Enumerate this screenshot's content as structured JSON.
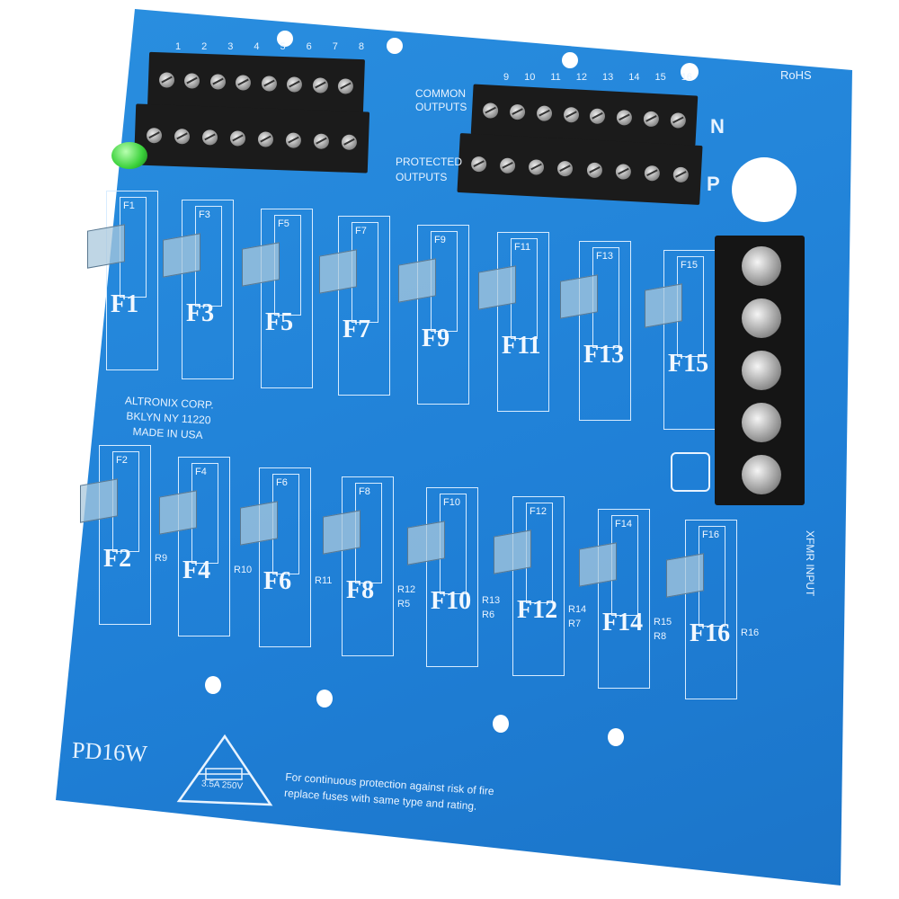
{
  "board": {
    "model": "PD16W",
    "rohs": "RoHS",
    "maker_lines": [
      "ALTRONIX CORP.",
      "BKLYN NY 11220",
      "MADE IN USA"
    ],
    "common_outputs": "COMMON OUTPUTS",
    "protected_outputs": "PROTECTED OUTPUTS",
    "n_label": "N",
    "p_label": "P",
    "xfmr_input": "XFMR INPUT",
    "fuse_rating": "3.5A 250V",
    "warning": [
      "For continuous protection against risk of fire",
      "replace fuses with same type and rating."
    ],
    "terminal_numbers_left": [
      "1",
      "2",
      "3",
      "4",
      "5",
      "6",
      "7",
      "8"
    ],
    "terminal_numbers_right": [
      "9",
      "10",
      "11",
      "12",
      "13",
      "14",
      "15",
      "16"
    ],
    "fuses_top": [
      "F1",
      "F3",
      "F5",
      "F7",
      "F9",
      "F11",
      "F13",
      "F15"
    ],
    "fuses_bottom": [
      "F2",
      "F4",
      "F6",
      "F8",
      "F10",
      "F12",
      "F14",
      "F16"
    ],
    "resistors": [
      "R9",
      "R10",
      "R11",
      "R12",
      "R5",
      "R13",
      "R6",
      "R14",
      "R7",
      "R15",
      "R8",
      "R16"
    ],
    "colors": {
      "pcb": "#1f7fd6",
      "silkscreen": "#e8f3ff",
      "terminal": "#1b1b1b",
      "led": "#3ad13a"
    }
  }
}
